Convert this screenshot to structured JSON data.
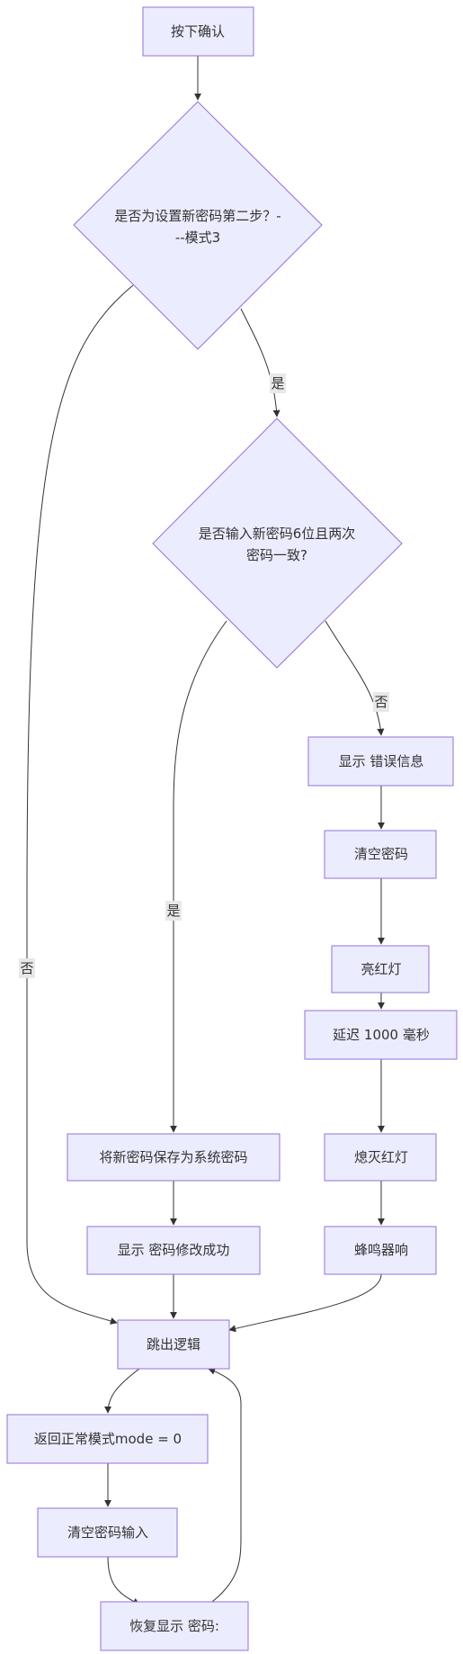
{
  "colors": {
    "node_fill": "#ececff",
    "node_stroke": "#9370db",
    "edge": "#333333",
    "label_bg": "#e8e8e8",
    "text": "#333333"
  },
  "nodes": {
    "press_confirm": "按下确认",
    "is_mode3": [
      "是否为设置新密码第二步？-",
      "--模式3"
    ],
    "is_match": [
      "是否输入新密码6位且两次",
      "密码一致?"
    ],
    "show_error": "显示 错误信息",
    "clear_password": "清空密码",
    "red_led_on": "亮红灯",
    "delay": "延迟 1000 毫秒",
    "red_led_off": "熄灭红灯",
    "save_password": "将新密码保存为系统密码",
    "show_success": "显示 密码修改成功",
    "buzzer": "蜂鸣器响",
    "exit_logic": "跳出逻辑",
    "return_mode": "返回正常模式mode = 0",
    "clear_input": "清空密码输入",
    "restore_display": "恢复显示 密码:"
  },
  "edge_labels": {
    "mode3_yes": "是",
    "mode3_no": "否",
    "match_yes": "是",
    "match_no": "否"
  }
}
